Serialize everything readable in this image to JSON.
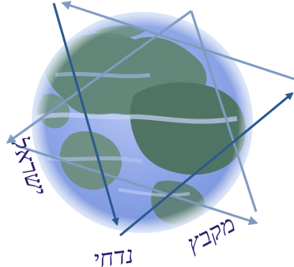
{
  "logo": {
    "text_left": "ישראל",
    "text_bottom": "נדחי",
    "text_right": "מקבץ",
    "colors": {
      "globe_ocean": "#8fa6e8",
      "globe_land": "#5a7d6a",
      "globe_edge": "#c8d6f2",
      "arrow_dark": "#2b5a8f",
      "arrow_light": "#7f9cc0",
      "text": "#2b1d6e"
    }
  }
}
